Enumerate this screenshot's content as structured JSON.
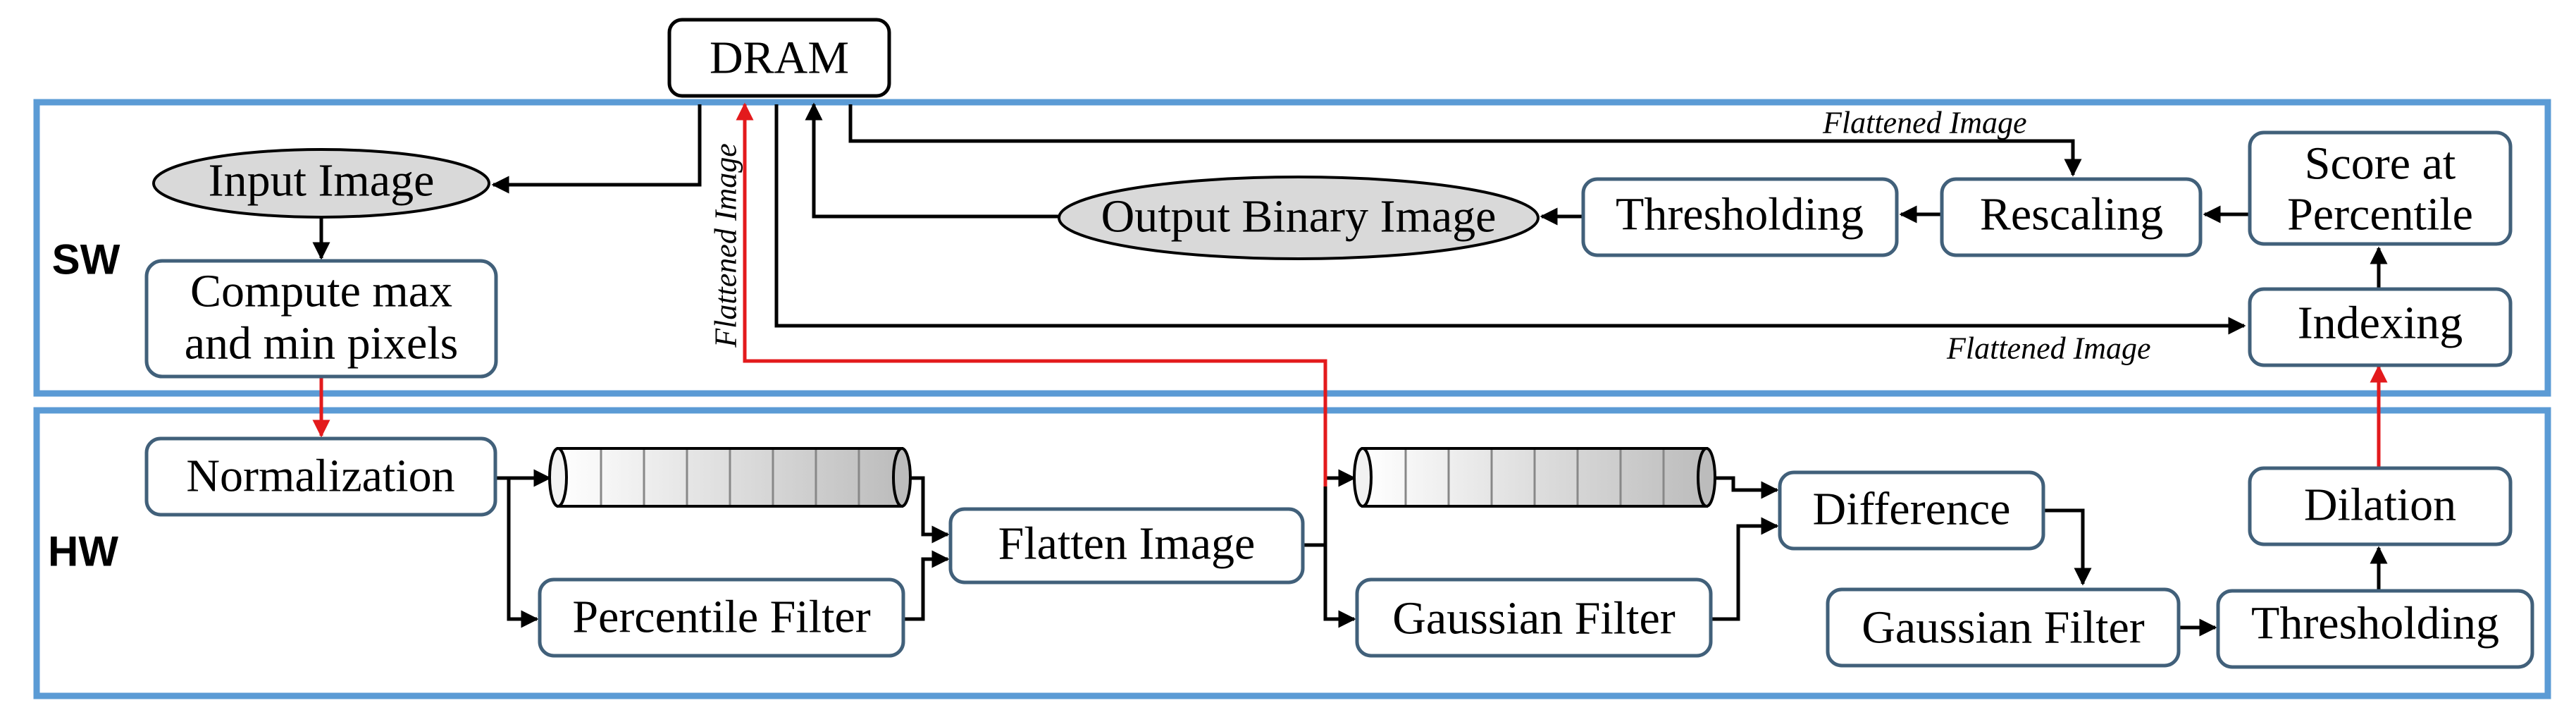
{
  "regions": {
    "sw": "SW",
    "hw": "HW"
  },
  "dram": "DRAM",
  "sw_blocks": {
    "input_image": "Input Image",
    "compute_line1": "Compute max",
    "compute_line2": "and min pixels",
    "output_binary_image": "Output Binary Image",
    "thresholding": "Thresholding",
    "rescaling": "Rescaling",
    "score_line1": "Score at",
    "score_line2": "Percentile",
    "indexing": "Indexing"
  },
  "hw_blocks": {
    "normalization": "Normalization",
    "percentile_filter": "Percentile Filter",
    "flatten_image": "Flatten Image",
    "gaussian_filter_1": "Gaussian Filter",
    "difference": "Difference",
    "gaussian_filter_2": "Gaussian Filter",
    "thresholding": "Thresholding",
    "dilation": "Dilation"
  },
  "edge_labels": {
    "flattened_image_top": "Flattened Image",
    "flattened_image_bottom": "Flattened Image",
    "flattened_image_vertical": "Flattened Image"
  },
  "colors": {
    "region_border": "#5b9bd5",
    "box_border": "#41607a",
    "ellipse_fill": "#d9d9d9",
    "highlight_arrow": "#e31a1c"
  }
}
